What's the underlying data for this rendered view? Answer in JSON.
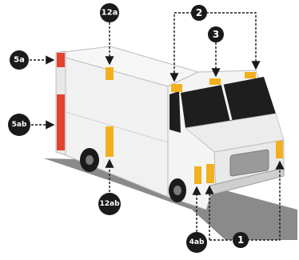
{
  "callouts": {
    "c_12a": "12a",
    "c_2": "2",
    "c_3": "3",
    "c_5a": "5a",
    "c_5ab": "5ab",
    "c_12ab": "12ab",
    "c_4ab": "4ab",
    "c_1": "1"
  },
  "colors": {
    "marking": "#f2b01e",
    "rear_red": "#e2432c",
    "badge": "#1a1a1a",
    "body": "#f3f3f3",
    "ground": "#8a8a8a"
  }
}
